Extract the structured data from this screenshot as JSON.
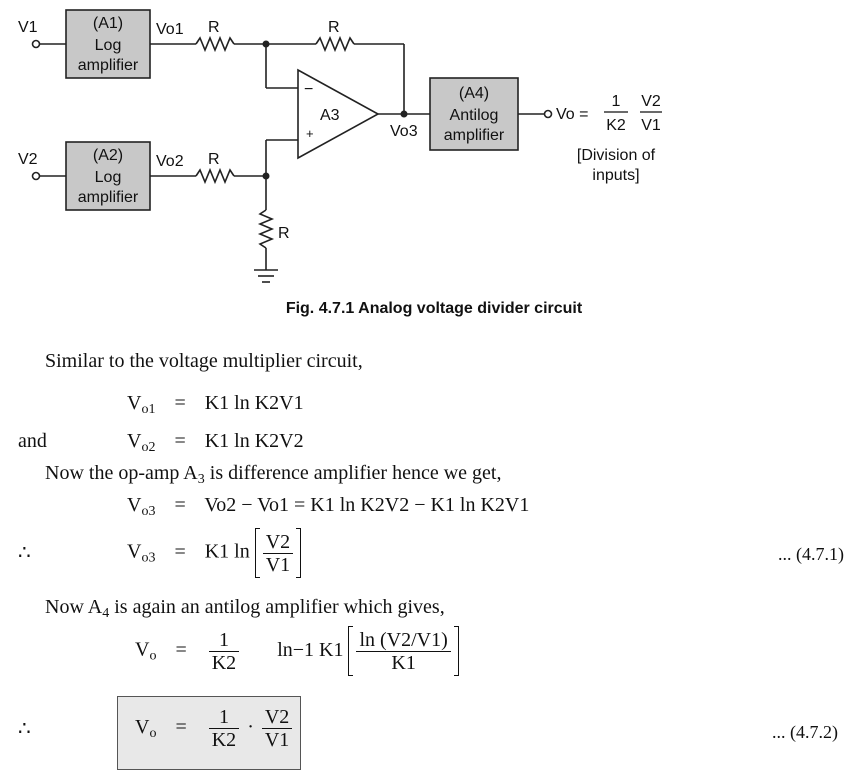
{
  "diagram": {
    "inputs": {
      "v1": "V1",
      "v2": "V2"
    },
    "blocks": {
      "a1_tag": "(A1)",
      "a1_line1": "Log",
      "a1_line2": "amplifier",
      "a2_tag": "(A2)",
      "a2_line1": "Log",
      "a2_line2": "amplifier",
      "a4_tag": "(A4)",
      "a4_line1": "Antilog",
      "a4_line2": "amplifier"
    },
    "opamp": {
      "name": "A3",
      "minus": "−",
      "plus": "+"
    },
    "nodes": {
      "vo1": "Vo1",
      "vo2": "Vo2",
      "vo3": "Vo3"
    },
    "resistor_label": "R",
    "output": {
      "lhs": "Vo =",
      "num1": "1",
      "den1": "K2",
      "num2": "V2",
      "den2": "V1"
    },
    "note_line1": "[Division of",
    "note_line2": "inputs]"
  },
  "caption": "Fig. 4.7.1 Analog voltage divider circuit",
  "text": {
    "p1": "Similar to the voltage multiplier circuit,",
    "and": "and",
    "p2_a": "Now the op-amp A",
    "p2_sub": "3",
    "p2_b": " is difference amplifier hence we get,",
    "p3_a": "Now A",
    "p3_sub": "4",
    "p3_b": " is again an antilog amplifier which gives,",
    "therefore": "∴"
  },
  "equations": {
    "eq1": {
      "lhs": "V",
      "lhs_sub": "o1",
      "rhs": "K1 ln K2V1"
    },
    "eq2": {
      "lhs": "V",
      "lhs_sub": "o2",
      "rhs": "K1 ln K2V2"
    },
    "eq3": {
      "lhs": "V",
      "lhs_sub": "o3",
      "rhs": "Vo2 − Vo1 = K1 ln K2V2 − K1 ln K2V1"
    },
    "eq4": {
      "lhs": "V",
      "lhs_sub": "o3",
      "rhs_pre": "K1 ln",
      "num": "V2",
      "den": "V1"
    },
    "eq5": {
      "lhs": "V",
      "lhs_sub": "o",
      "num1": "1",
      "den1": "K2",
      "mid": "ln−1 K1",
      "num2": "ln (V2/V1)",
      "den2": "K1"
    },
    "eq6": {
      "lhs": "V",
      "lhs_sub": "o",
      "num1": "1",
      "den1": "K2",
      "num2": "V2",
      "den2": "V1"
    }
  },
  "equation_numbers": {
    "n1": "... (4.7.1)",
    "n2": "... (4.7.2)"
  }
}
